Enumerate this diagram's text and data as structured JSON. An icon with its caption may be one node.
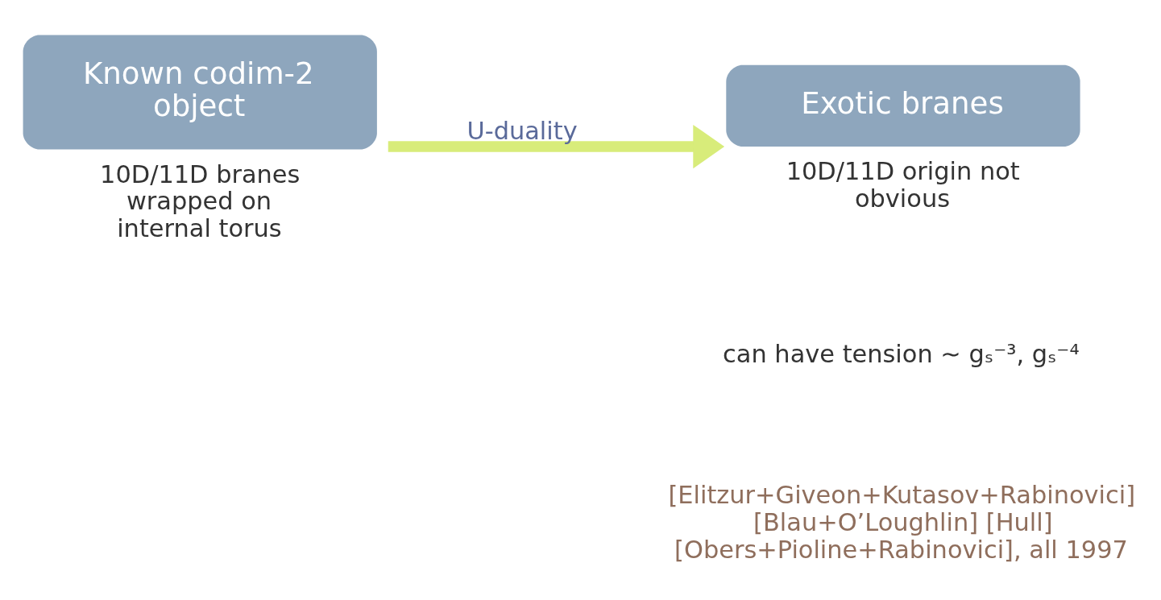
{
  "diagram": {
    "nodes": [
      {
        "text": [
          "Known codim-2 object"
        ],
        "beside": [
          "10D/11D branes wrapped on internal torus"
        ]
      },
      {
        "text": [
          "Exotic branes"
        ],
        "beside": [
          "10D/11D origin not obvious"
        ]
      }
    ],
    "edges": [
      {
        "from": 0,
        "to": 1,
        "arrow": "to",
        "label": "U-duality"
      }
    ],
    "labels": [
      "can have tension ∼ gₛ⁻³, gₛ⁻⁴",
      "[Elitzur+Giveon+Kutasov+Rabinovici] [Blau+O’Loughlin] [Hull] [Obers+Pioline+Rabinovici], all 1997"
    ]
  }
}
